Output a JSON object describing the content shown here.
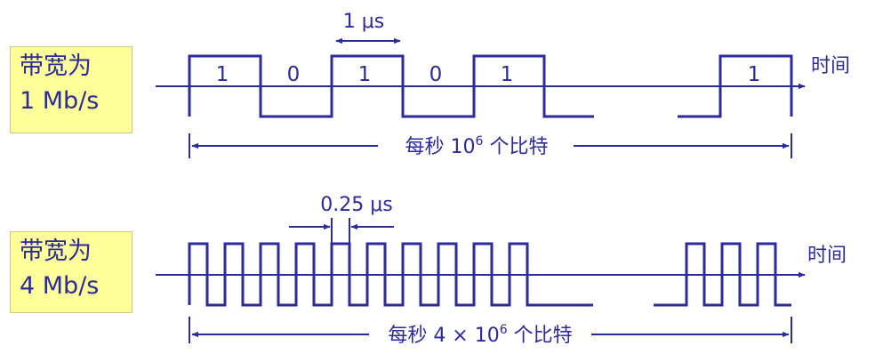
{
  "panels": [
    {
      "bandwidth_label": [
        "带宽为",
        "1 Mb/s"
      ],
      "time_label": "时间",
      "bit_labels": [
        "1",
        "0",
        "1",
        "0",
        "1",
        "1"
      ],
      "period_label": "1 μs",
      "span_label": {
        "prefix": "每秒 10",
        "sup": "6",
        "suffix": " 个比特"
      }
    },
    {
      "bandwidth_label": [
        "带宽为",
        "4 Mb/s"
      ],
      "time_label": "时间",
      "period_label": "0.25 μs",
      "span_label": {
        "prefix": "每秒 4 × 10",
        "sup": "6",
        "suffix": " 个比特"
      }
    }
  ],
  "colors": {
    "line": "#2b2b9a",
    "label_fill": "#ffff99"
  }
}
